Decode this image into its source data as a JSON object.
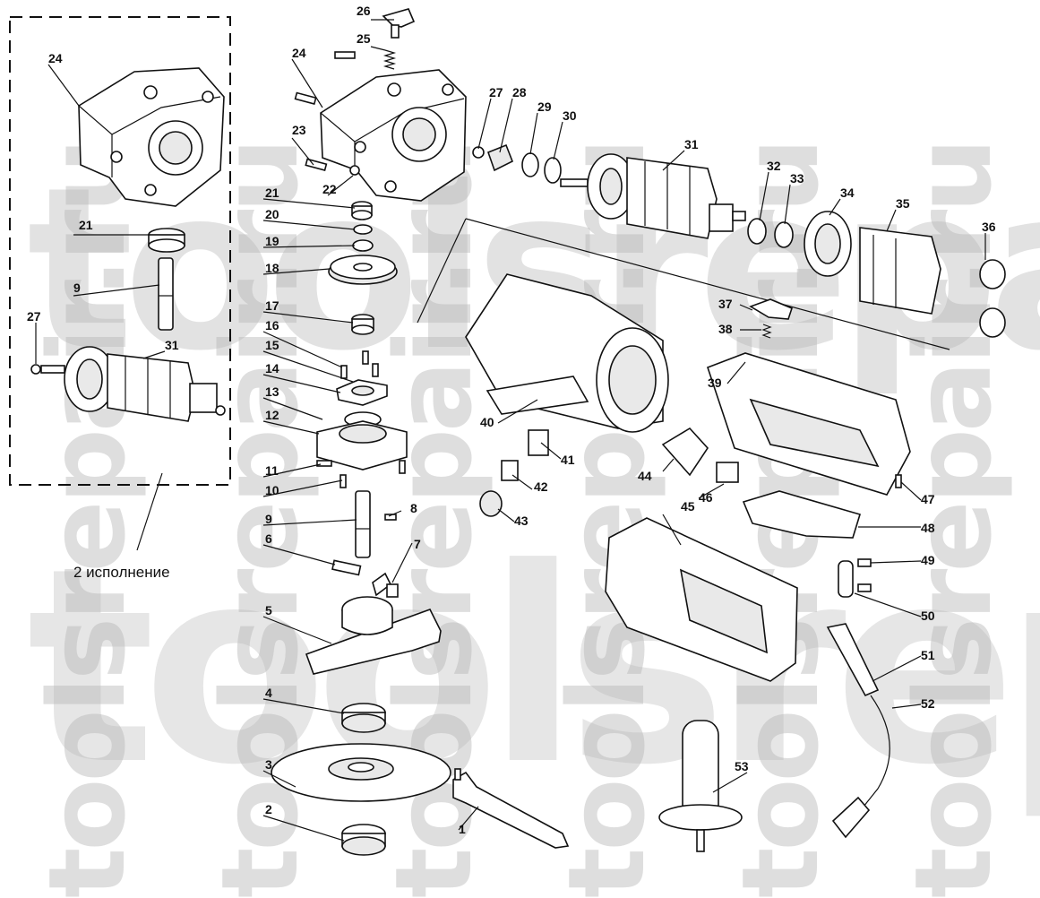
{
  "watermark": {
    "text": "toolsrepair.ru",
    "color": "#b8b8b8"
  },
  "variant_box": {
    "caption": "2 исполнение"
  },
  "callouts": [
    {
      "id": "26",
      "text": "26"
    },
    {
      "id": "25",
      "text": "25"
    },
    {
      "id": "24a",
      "text": "24"
    },
    {
      "id": "24b",
      "text": "24"
    },
    {
      "id": "23",
      "text": "23"
    },
    {
      "id": "22",
      "text": "22"
    },
    {
      "id": "21a",
      "text": "21"
    },
    {
      "id": "21b",
      "text": "21"
    },
    {
      "id": "20",
      "text": "20"
    },
    {
      "id": "19",
      "text": "19"
    },
    {
      "id": "18",
      "text": "18"
    },
    {
      "id": "17",
      "text": "17"
    },
    {
      "id": "16",
      "text": "16"
    },
    {
      "id": "15",
      "text": "15"
    },
    {
      "id": "14",
      "text": "14"
    },
    {
      "id": "13",
      "text": "13"
    },
    {
      "id": "12",
      "text": "12"
    },
    {
      "id": "11",
      "text": "11"
    },
    {
      "id": "10",
      "text": "10"
    },
    {
      "id": "9a",
      "text": "9"
    },
    {
      "id": "9b",
      "text": "9"
    },
    {
      "id": "8",
      "text": "8"
    },
    {
      "id": "7",
      "text": "7"
    },
    {
      "id": "6",
      "text": "6"
    },
    {
      "id": "5",
      "text": "5"
    },
    {
      "id": "4",
      "text": "4"
    },
    {
      "id": "3",
      "text": "3"
    },
    {
      "id": "2",
      "text": "2"
    },
    {
      "id": "1",
      "text": "1"
    },
    {
      "id": "27a",
      "text": "27"
    },
    {
      "id": "27b",
      "text": "27"
    },
    {
      "id": "28",
      "text": "28"
    },
    {
      "id": "29",
      "text": "29"
    },
    {
      "id": "30",
      "text": "30"
    },
    {
      "id": "31a",
      "text": "31"
    },
    {
      "id": "31b",
      "text": "31"
    },
    {
      "id": "32",
      "text": "32"
    },
    {
      "id": "33",
      "text": "33"
    },
    {
      "id": "34",
      "text": "34"
    },
    {
      "id": "35",
      "text": "35"
    },
    {
      "id": "36",
      "text": "36"
    },
    {
      "id": "37",
      "text": "37"
    },
    {
      "id": "38",
      "text": "38"
    },
    {
      "id": "39",
      "text": "39"
    },
    {
      "id": "40",
      "text": "40"
    },
    {
      "id": "41",
      "text": "41"
    },
    {
      "id": "42",
      "text": "42"
    },
    {
      "id": "43",
      "text": "43"
    },
    {
      "id": "44",
      "text": "44"
    },
    {
      "id": "45",
      "text": "45"
    },
    {
      "id": "46",
      "text": "46"
    },
    {
      "id": "47",
      "text": "47"
    },
    {
      "id": "48",
      "text": "48"
    },
    {
      "id": "49",
      "text": "49"
    },
    {
      "id": "50",
      "text": "50"
    },
    {
      "id": "51",
      "text": "51"
    },
    {
      "id": "52",
      "text": "52"
    },
    {
      "id": "53",
      "text": "53"
    }
  ]
}
